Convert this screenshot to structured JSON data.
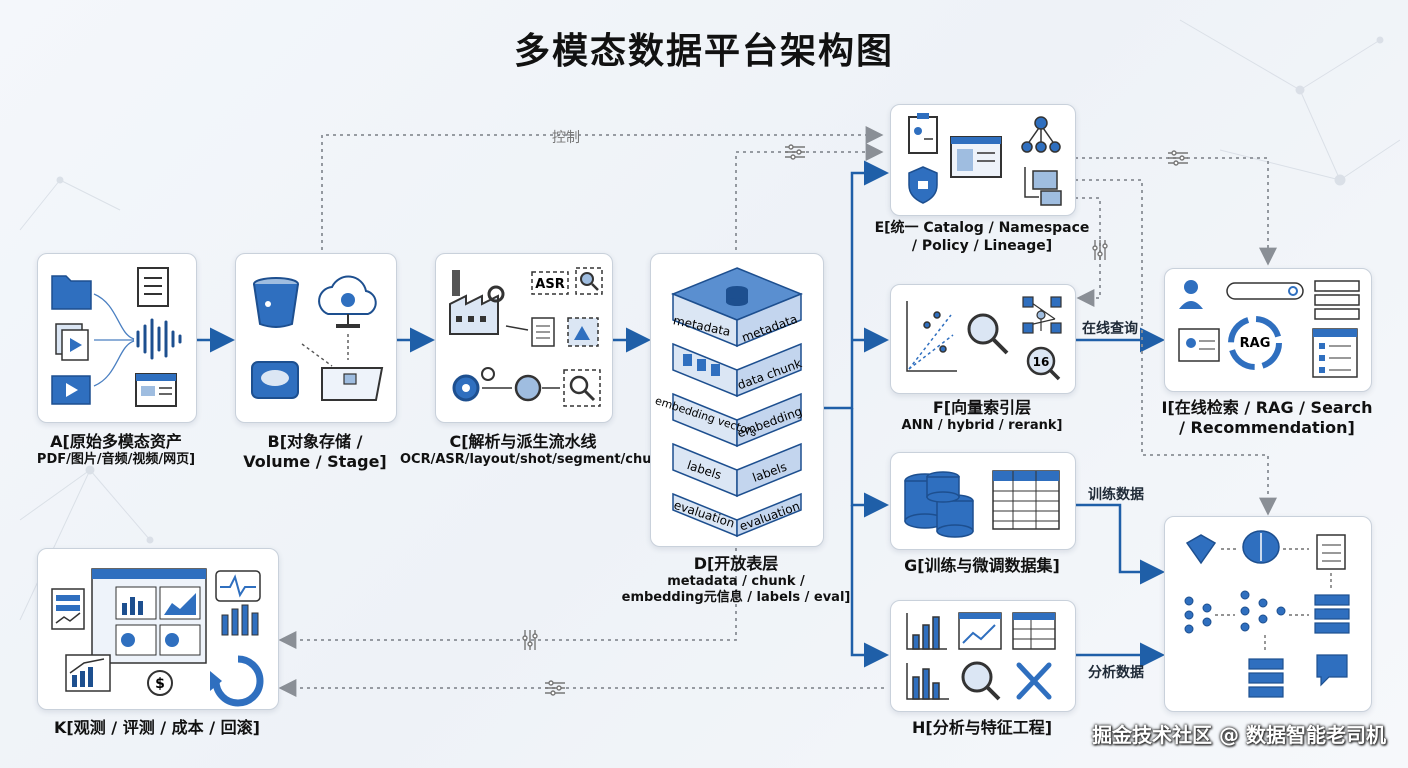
{
  "title": "多模态数据平台架构图",
  "nodes": {
    "A": {
      "line1": "A[原始多模态资产",
      "line2": "PDF/图片/音频/视频/网页]"
    },
    "B": {
      "line1": "B[对象存储 /",
      "line2": "Volume / Stage]"
    },
    "C": {
      "line1": "C[解析与派生流水线",
      "line2": "OCR/ASR/layout/shot/segment/chunk]"
    },
    "D": {
      "line1": "D[开放表层",
      "line2": "metadata / chunk /",
      "line3": "embedding元信息 / labels / eval]"
    },
    "E": {
      "line1": "E[统一 Catalog / Namespace",
      "line2": "/ Policy / Lineage]"
    },
    "F": {
      "line1": "F[向量索引层",
      "line2": "ANN / hybrid / rerank]"
    },
    "G": {
      "line1": "G[训练与微调数据集]"
    },
    "H": {
      "line1": "H[分析与特征工程]"
    },
    "I": {
      "line1": "I[在线检索 / RAG / Search",
      "line2": "/ Recommendation]"
    },
    "K": {
      "line1": "K[观测 / 评测 / 成本 / 回滚]"
    }
  },
  "d_layers": [
    {
      "left": "embedding vectors",
      "right": "embedding"
    },
    {
      "left": "labels",
      "right": "labels"
    },
    {
      "left": "evaluation",
      "right": "evaluation"
    }
  ],
  "d_top": {
    "left": "metadata",
    "right": "metadata"
  },
  "d_chunk": "data chunk",
  "c_asr": "ASR",
  "i_rag": "RAG",
  "f_badge": "16",
  "edge_labels": {
    "control": "控制",
    "online_query": "在线查询",
    "training_data": "训练数据",
    "analytics_data": "分析数据"
  },
  "watermark": "掘金技术社区 @ 数据智能老司机",
  "colors": {
    "primary": "#1f5fa8",
    "arrow": "#1f5fa8",
    "dotted": "#8a8f96"
  }
}
